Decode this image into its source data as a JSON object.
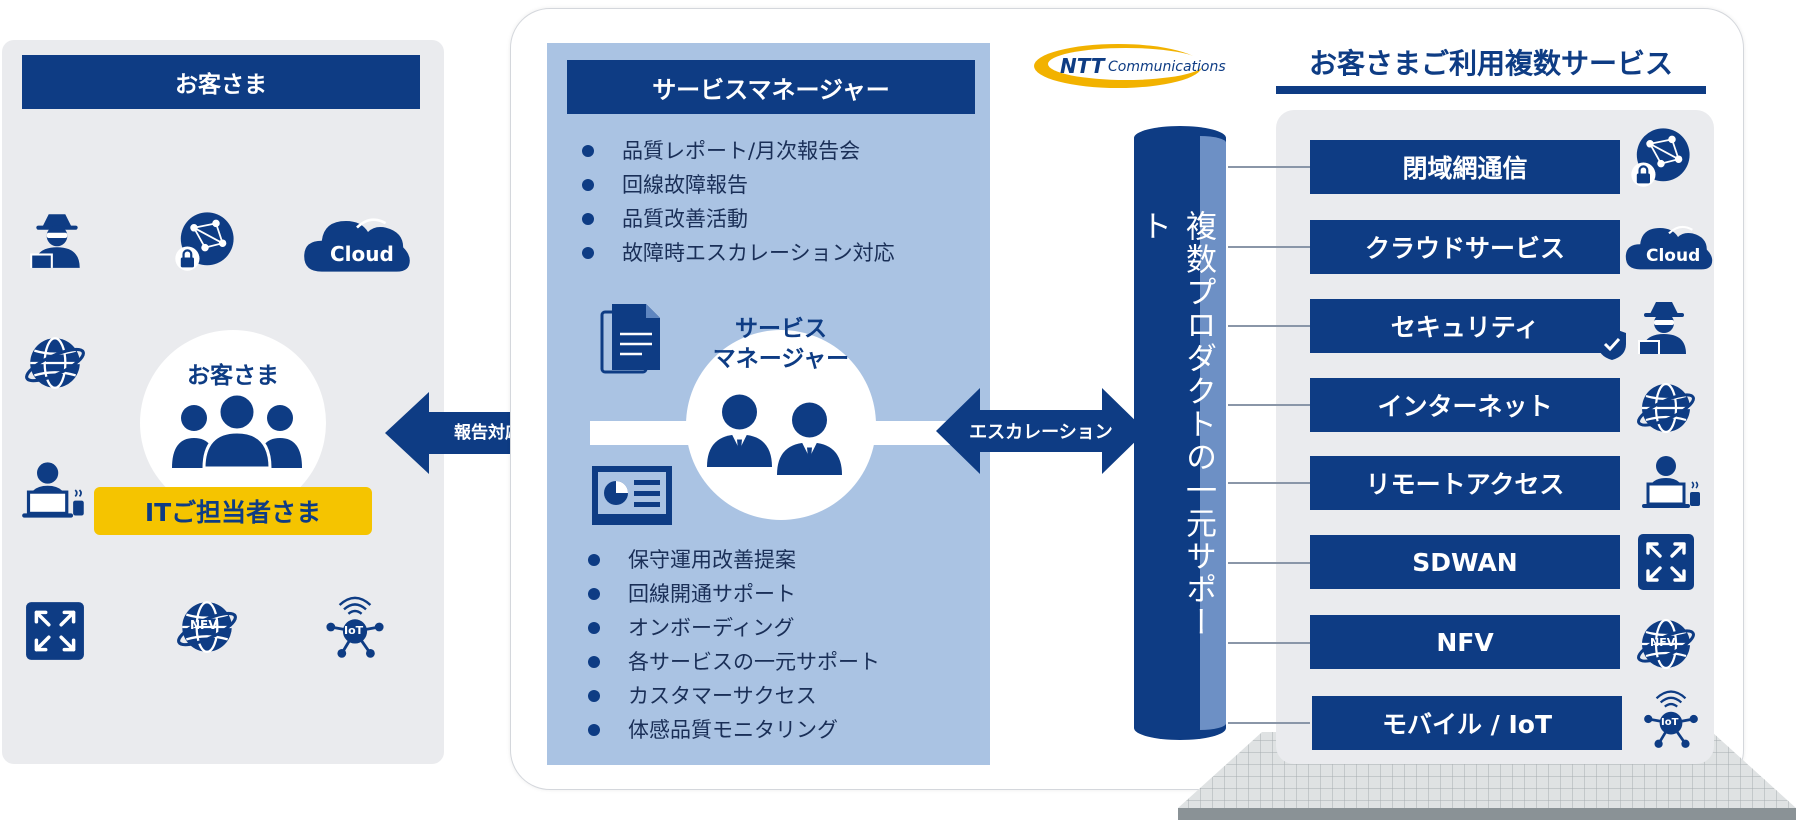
{
  "colors": {
    "navy": "#0e3c84",
    "light_panel": "#eaebee",
    "sm_panel": "#aac3e3",
    "yellow": "#f5c400",
    "white": "#ffffff"
  },
  "customer": {
    "header": "お客さま",
    "center_label": "お客さま",
    "it_badge": "ITご担当者さま",
    "icons": [
      "hacker-icon",
      "secure-network-icon",
      "cloud-icon",
      "globe-icon",
      "laptop-user-icon",
      "expand-arrows-icon",
      "nfv-globe-icon",
      "iot-icon"
    ],
    "cloud_text": "Cloud",
    "nfv_text": "NFV",
    "iot_text": "IoT"
  },
  "report_arrow": "報告対応",
  "escalation_arrow": "エスカレーション",
  "service_manager": {
    "header": "サービスマネージャー",
    "bullets_top": [
      "品質レポート/月次報告会",
      "回線故障報告",
      "品質改善活動",
      "故障時エスカレーション対応"
    ],
    "center_label": "サービス\nマネージャー",
    "bullets_bottom": [
      "保守運用改善提案",
      "回線開通サポート",
      "オンボーディング",
      "各サービスの一元サポート",
      "カスタマーサクセス",
      "体感品質モニタリング"
    ]
  },
  "logo": {
    "brand": "NTT",
    "text": "Communications"
  },
  "pillar": "複数プロダクトの一元サポート",
  "services": {
    "title": "お客さまご利用複数サービス",
    "items": [
      {
        "label": "閉域網通信",
        "icon": "secure-network-icon"
      },
      {
        "label": "クラウドサービス",
        "icon": "cloud-icon"
      },
      {
        "label": "セキュリティ",
        "icon": "hacker-shield-icon"
      },
      {
        "label": "インターネット",
        "icon": "globe-icon"
      },
      {
        "label": "リモートアクセス",
        "icon": "laptop-user-icon"
      },
      {
        "label": "SDWAN",
        "icon": "expand-arrows-icon"
      },
      {
        "label": "NFV",
        "icon": "nfv-globe-icon"
      },
      {
        "label": "モバイル / IoT",
        "icon": "iot-icon"
      }
    ]
  }
}
